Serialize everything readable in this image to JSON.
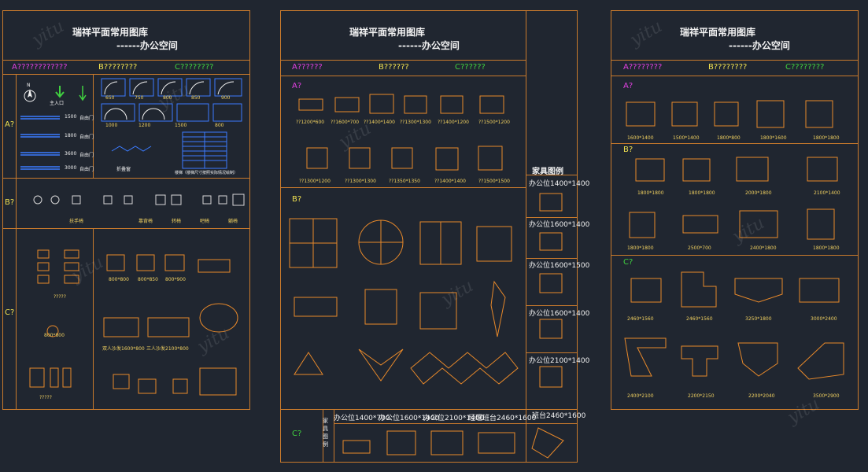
{
  "sheet1": {
    "title": "瑞祥平面常用图库",
    "subtitle": "------办公空间",
    "headers": [
      "A????????????",
      "B????????",
      "C????????"
    ],
    "row_labels": [
      "A?",
      "B?",
      "C?"
    ],
    "door_sizes_top": [
      "650",
      "750",
      "800",
      "850",
      "900"
    ],
    "door_sizes_bottom": [
      "1000",
      "1200",
      "1500",
      "800"
    ],
    "compass_label": "N",
    "entrance_label": "主入口",
    "door_lengths": [
      "1500",
      "1800",
      "3600",
      "3000"
    ],
    "door_types": [
      "自由门",
      "自由门",
      "自由门",
      "自由门"
    ],
    "section_notes": [
      "折叠窗",
      "楼梯（楼梯尺寸按照实际情况绘制）"
    ],
    "chair_labels": [
      "扶手椅",
      "靠背椅",
      "转椅",
      "吧椅",
      "躺椅"
    ],
    "sofa_labels": [
      "800*800",
      "800*850",
      "800*900"
    ],
    "sofa_set_labels": [
      "双人沙发1600*800",
      "三人沙发2100*800"
    ],
    "table_labels": [
      "?????",
      "800*800",
      "?????"
    ]
  },
  "sheet2": {
    "title": "瑞祥平面常用图库",
    "subtitle": "------办公空间",
    "headers": [
      "A??????",
      "B??????",
      "C??????"
    ],
    "row_labels": [
      "A?",
      "B?",
      "C?"
    ],
    "desk_sizes_row1": [
      "??1200*600",
      "??1600*700",
      "??1400*1400",
      "??1300*1300",
      "??1400*1200",
      "??1500*1200"
    ],
    "desk_sizes_row2": [
      "??1300*1200",
      "??1300*1300",
      "??1350*1350",
      "??1400*1400",
      "??1500*1500"
    ],
    "legend_title": "家具图例",
    "legend_items": [
      "办公位1400*1400",
      "办公位1600*1400",
      "办公位1600*1500",
      "办公位1600*1400",
      "办公位2100*1400"
    ],
    "bottom_label": "C?",
    "bottom_items": [
      "办公位1400*700",
      "办公位1600*1400",
      "办公位2100*1400",
      "经理班台2460*1600",
      "班台2460*1600"
    ],
    "bottom_vertical": "家具图例"
  },
  "sheet3": {
    "title": "瑞祥平面常用图库",
    "subtitle": "------办公空间",
    "headers": [
      "A????????",
      "B????????",
      "C????????"
    ],
    "row_labels": [
      "A?",
      "B?",
      "C?"
    ],
    "row1_sizes": [
      "1600*1400",
      "1500*1400",
      "1800*800",
      "1800*1600",
      "1800*1800"
    ],
    "row2_sizes": [
      "1800*1800",
      "1800*1800",
      "2000*1800",
      "2100*1400"
    ],
    "row3_sizes": [
      "1800*1800",
      "2500*700",
      "2400*1800",
      "1800*1800"
    ],
    "row4_sizes": [
      "2460*1560",
      "2460*1560",
      "3250*1800",
      "3000*2400"
    ],
    "row5_sizes": [
      "2400*2100",
      "2200*2150",
      "2200*2040",
      "3500*2900"
    ]
  },
  "watermark": "yitu",
  "colors": {
    "background": "#202630",
    "frame": "#c97a2c",
    "furniture": "#e8892a",
    "label_magenta": "#e040e0",
    "label_yellow": "#f0e050",
    "label_green": "#40d040",
    "white": "#f2f2f2"
  }
}
